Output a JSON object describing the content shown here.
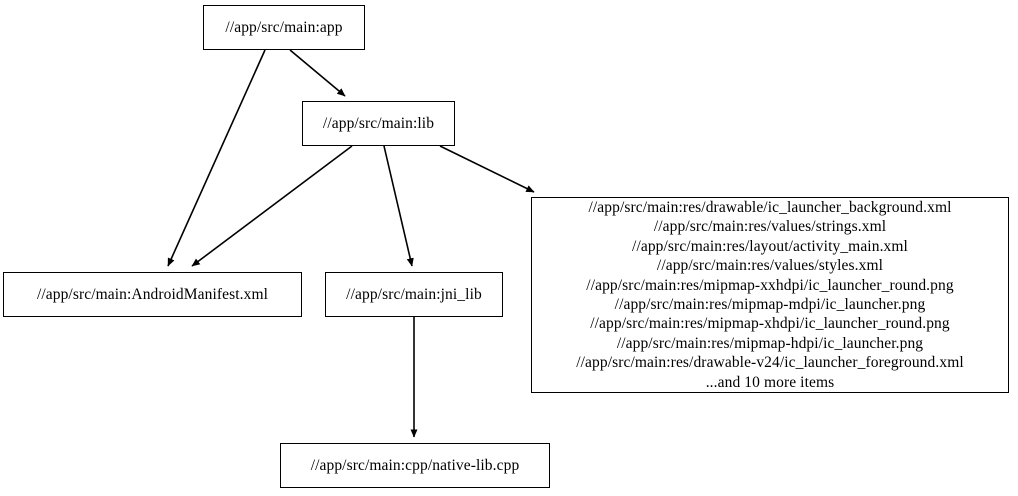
{
  "graph": {
    "type": "dependency-graph",
    "orientation": "top-to-bottom",
    "background_color": "#ffffff",
    "node_border_color": "#000000",
    "edge_color": "#000000",
    "text_color": "#000000",
    "nodes": [
      {
        "id": "app",
        "label": "//app/src/main:app"
      },
      {
        "id": "lib",
        "label": "//app/src/main:lib"
      },
      {
        "id": "manifest",
        "label": "//app/src/main:AndroidManifest.xml"
      },
      {
        "id": "jni_lib",
        "label": "//app/src/main:jni_lib"
      },
      {
        "id": "res_group",
        "label": "//app/src/main:res/drawable/ic_launcher_background.xml\n//app/src/main:res/values/strings.xml\n//app/src/main:res/layout/activity_main.xml\n//app/src/main:res/values/styles.xml\n//app/src/main:res/mipmap-xxhdpi/ic_launcher_round.png\n//app/src/main:res/mipmap-mdpi/ic_launcher.png\n//app/src/main:res/mipmap-xhdpi/ic_launcher_round.png\n//app/src/main:res/mipmap-hdpi/ic_launcher.png\n//app/src/main:res/drawable-v24/ic_launcher_foreground.xml\n...and 10 more items",
        "lines": [
          "//app/src/main:res/drawable/ic_launcher_background.xml",
          "//app/src/main:res/values/strings.xml",
          "//app/src/main:res/layout/activity_main.xml",
          "//app/src/main:res/values/styles.xml",
          "//app/src/main:res/mipmap-xxhdpi/ic_launcher_round.png",
          "//app/src/main:res/mipmap-mdpi/ic_launcher.png",
          "//app/src/main:res/mipmap-xhdpi/ic_launcher_round.png",
          "//app/src/main:res/mipmap-hdpi/ic_launcher.png",
          "//app/src/main:res/drawable-v24/ic_launcher_foreground.xml",
          "...and 10 more items"
        ],
        "overflow_note": "...and 10 more items",
        "overflow_count": 10
      },
      {
        "id": "native_lib",
        "label": "//app/src/main:cpp/native-lib.cpp"
      }
    ],
    "edges": [
      {
        "id": "app-to-lib",
        "from": "app",
        "to": "lib"
      },
      {
        "id": "app-to-manifest",
        "from": "app",
        "to": "manifest"
      },
      {
        "id": "lib-to-manifest",
        "from": "lib",
        "to": "manifest"
      },
      {
        "id": "lib-to-jni-lib",
        "from": "lib",
        "to": "jni_lib"
      },
      {
        "id": "lib-to-res-group",
        "from": "lib",
        "to": "res_group"
      },
      {
        "id": "jni-lib-to-native",
        "from": "jni_lib",
        "to": "native_lib"
      }
    ]
  }
}
